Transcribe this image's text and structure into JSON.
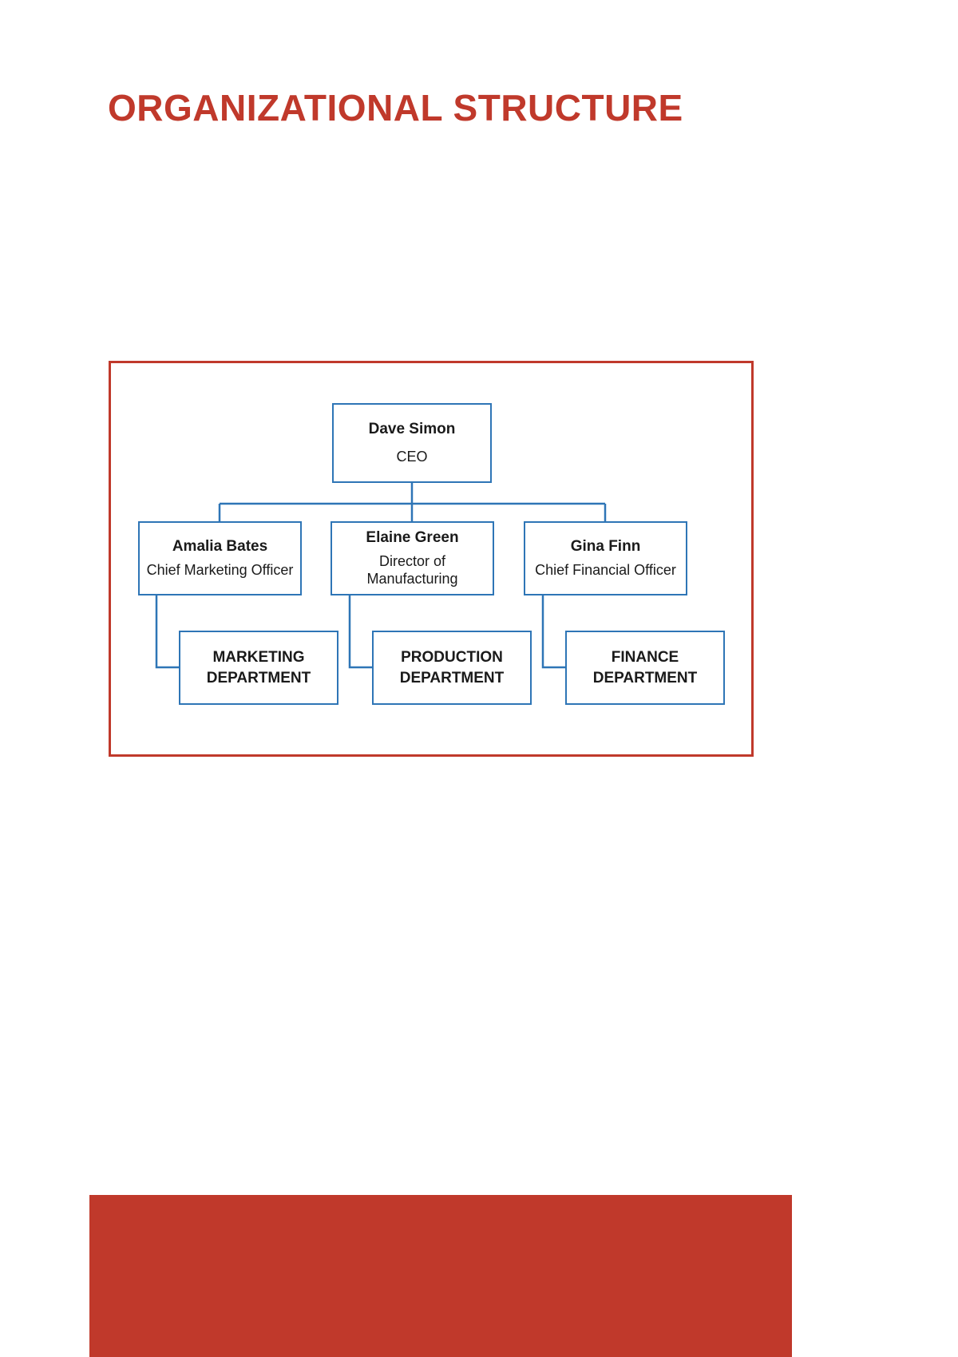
{
  "page": {
    "title": "ORGANIZATIONAL STRUCTURE",
    "title_color": "#C0392B",
    "background_color": "#FFFFFF"
  },
  "chart": {
    "frame_border_color": "#C0392B",
    "node_border_color": "#2E75B6",
    "connector_color": "#2E75B6",
    "nodes": {
      "ceo": {
        "name": "Dave Simon",
        "role": "CEO"
      },
      "managers": [
        {
          "name": "Amalia Bates",
          "role": "Chief Marketing Officer"
        },
        {
          "name": "Elaine Green",
          "role": "Director of Manufacturing"
        },
        {
          "name": "Gina Finn",
          "role": "Chief Financial Officer"
        }
      ],
      "departments": [
        {
          "name": "MARKETING DEPARTMENT"
        },
        {
          "name": "PRODUCTION DEPARTMENT"
        },
        {
          "name": "FINANCE DEPARTMENT"
        }
      ]
    }
  },
  "footer": {
    "bar_color": "#C0392B"
  }
}
